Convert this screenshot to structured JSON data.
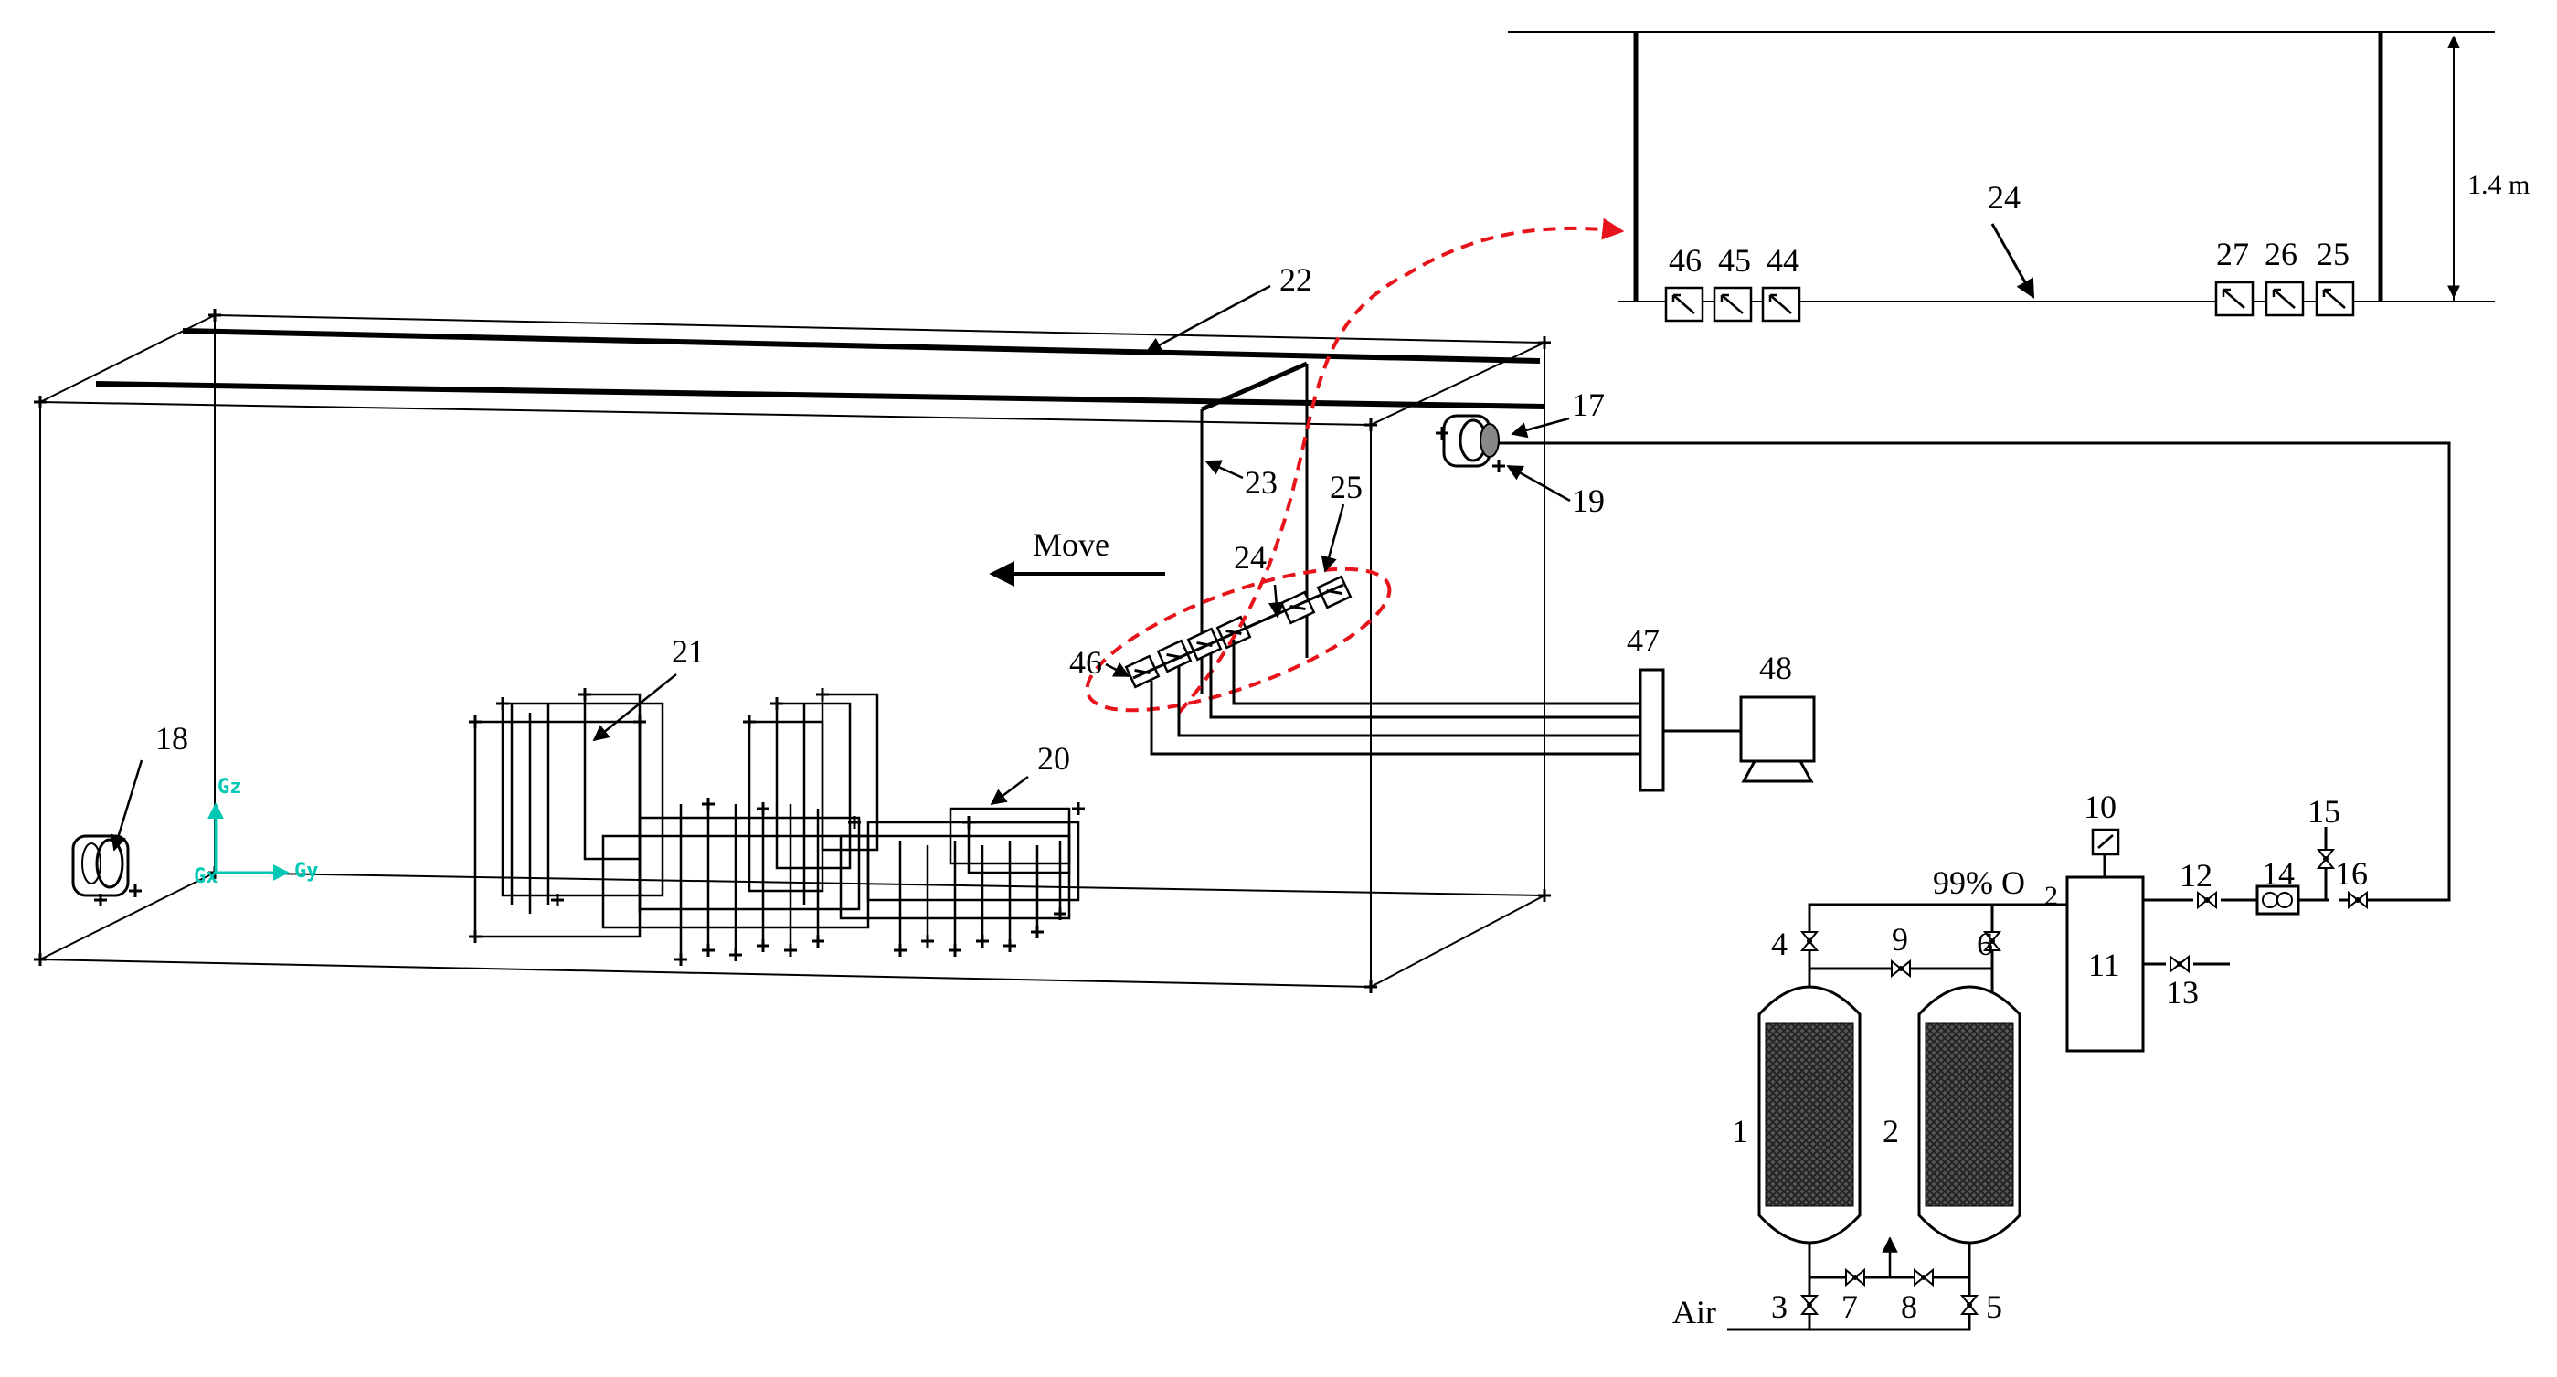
{
  "labels": {
    "n1": "1",
    "n2": "2",
    "n3": "3",
    "n4": "4",
    "n5": "5",
    "n6": "6",
    "n7": "7",
    "n8": "8",
    "n9": "9",
    "n10": "10",
    "n11": "11",
    "n12": "12",
    "n13": "13",
    "n14": "14",
    "n15": "15",
    "n16": "16",
    "n17": "17",
    "n18": "18",
    "n19": "19",
    "n20": "20",
    "n21": "21",
    "n22": "22",
    "n23": "23",
    "n24": "24",
    "n25": "25",
    "n46": "46",
    "n47": "47",
    "n48": "48"
  },
  "detail": {
    "height": "1.4 m",
    "beam": "24",
    "left_sensors": [
      "46",
      "45",
      "44"
    ],
    "right_sensors": [
      "27",
      "26",
      "25"
    ]
  },
  "text": {
    "move": "Move",
    "oxygen_prefix": "99% O",
    "oxygen_sub": "2",
    "air": "Air"
  },
  "axes": {
    "gz": "Gz",
    "gx": "Gx",
    "gy": "Gy"
  },
  "colors": {
    "ellipse": "#e8141c",
    "axis": "#00c8b4",
    "line": "#000000"
  },
  "icons": [
    "valve-icon",
    "pressure-gauge-icon",
    "flow-meter-icon",
    "monitor-icon",
    "oxygen-sensor-icon",
    "fan-icon"
  ]
}
